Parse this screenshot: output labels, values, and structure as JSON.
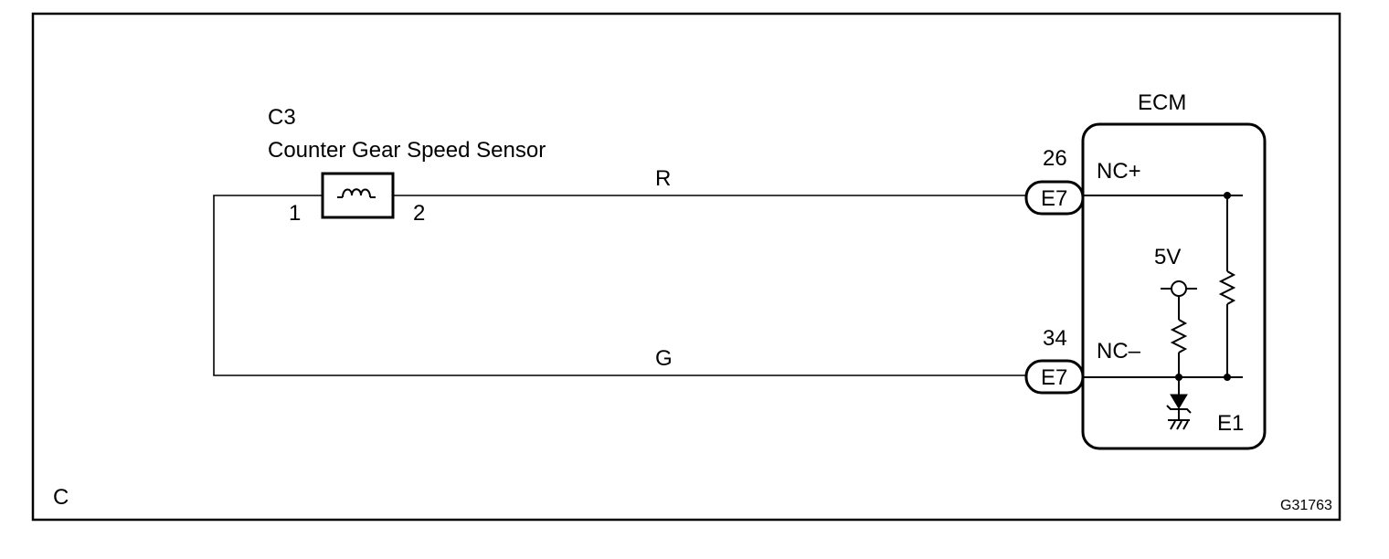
{
  "sensor": {
    "code": "C3",
    "name": "Counter Gear Speed Sensor",
    "pin1": "1",
    "pin2": "2"
  },
  "wires": {
    "top_color": "R",
    "bottom_color": "G"
  },
  "ecm": {
    "title": "ECM",
    "pin_top_number": "26",
    "pin_top_connector": "E7",
    "pin_top_signal": "NC+",
    "pin_bottom_number": "34",
    "pin_bottom_connector": "E7",
    "pin_bottom_signal": "NC–",
    "supply_voltage": "5V",
    "ground_label": "E1"
  },
  "footer": {
    "corner_label": "C",
    "figure_id": "G31763"
  }
}
